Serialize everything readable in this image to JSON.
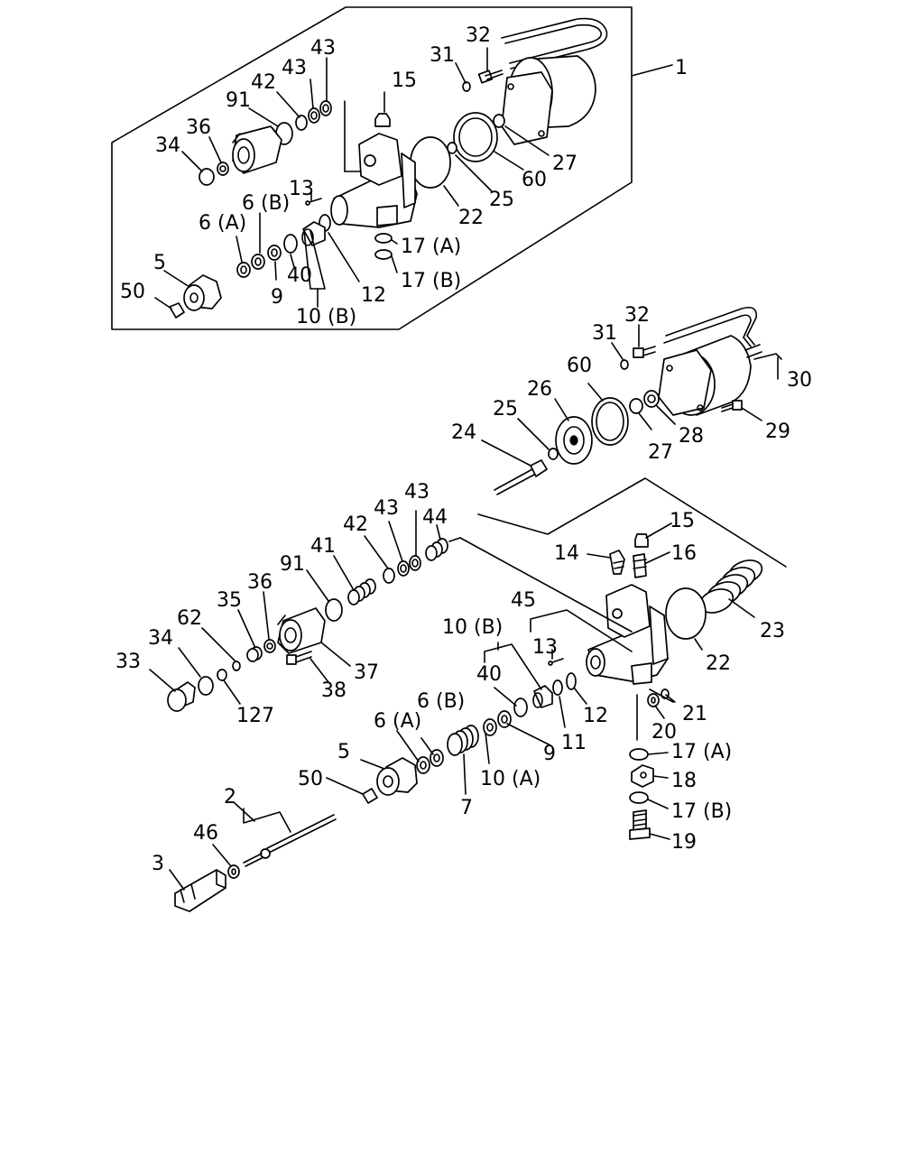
{
  "diagram": {
    "labels": {
      "l_1": "1",
      "l_32_top": "32",
      "l_31_top": "31",
      "l_43_a_top": "43",
      "l_43_b_top": "43",
      "l_42_top": "42",
      "l_91_top": "91",
      "l_15_top": "15",
      "l_36_top": "36",
      "l_34_top": "34",
      "l_27_top": "27",
      "l_60_top": "60",
      "l_25_top": "25",
      "l_22_top": "22",
      "l_13_top": "13",
      "l_6b_top": "6 (B)",
      "l_6a_top": "6 (A)",
      "l_17a_top": "17 (A)",
      "l_17b_top": "17 (B)",
      "l_5_top": "5",
      "l_50_top": "50",
      "l_40_top": "40",
      "l_9_top": "9",
      "l_12_top": "12",
      "l_10b_top": "10 (B)",
      "l_32": "32",
      "l_31": "31",
      "l_30": "30",
      "l_26": "26",
      "l_60": "60",
      "l_25": "25",
      "l_24": "24",
      "l_27": "27",
      "l_28": "28",
      "l_29": "29",
      "l_43_a": "43",
      "l_43_b": "43",
      "l_44": "44",
      "l_42": "42",
      "l_41": "41",
      "l_91": "91",
      "l_15": "15",
      "l_14": "14",
      "l_16": "16",
      "l_23": "23",
      "l_22": "22",
      "l_36": "36",
      "l_35": "35",
      "l_62": "62",
      "l_34": "34",
      "l_33": "33",
      "l_127": "127",
      "l_37": "37",
      "l_38": "38",
      "l_45": "45",
      "l_10b": "10 (B)",
      "l_13": "13",
      "l_40": "40",
      "l_11": "11",
      "l_12": "12",
      "l_6a": "6 (A)",
      "l_6b": "6 (B)",
      "l_9": "9",
      "l_10a": "10 (A)",
      "l_7": "7",
      "l_5": "5",
      "l_50": "50",
      "l_21": "21",
      "l_20": "20",
      "l_17a": "17 (A)",
      "l_18": "18",
      "l_17b": "17 (B)",
      "l_19": "19",
      "l_2": "2",
      "l_46": "46",
      "l_3": "3"
    }
  }
}
